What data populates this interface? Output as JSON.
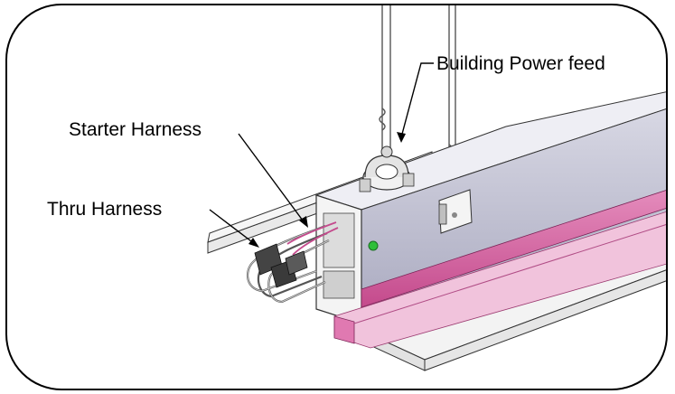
{
  "labels": {
    "building_power_feed": "Building Power feed",
    "starter_harness": "Starter Harness",
    "thru_harness": "Thru Harness"
  },
  "colors": {
    "frame": "#000000",
    "ceiling_panel": "#f2f2f2",
    "channel_body": "#b9b9cc",
    "channel_top": "#ececf2",
    "magenta_rail": "#d65a9e",
    "magenta_light": "#f3c7de",
    "indicator_green": "#2fbf3a",
    "line": "#222222"
  },
  "icons": {
    "power_clamp": "pipe-clamp-icon",
    "hanger": "hanger-bracket-icon",
    "connector": "plug-connector-icon"
  }
}
